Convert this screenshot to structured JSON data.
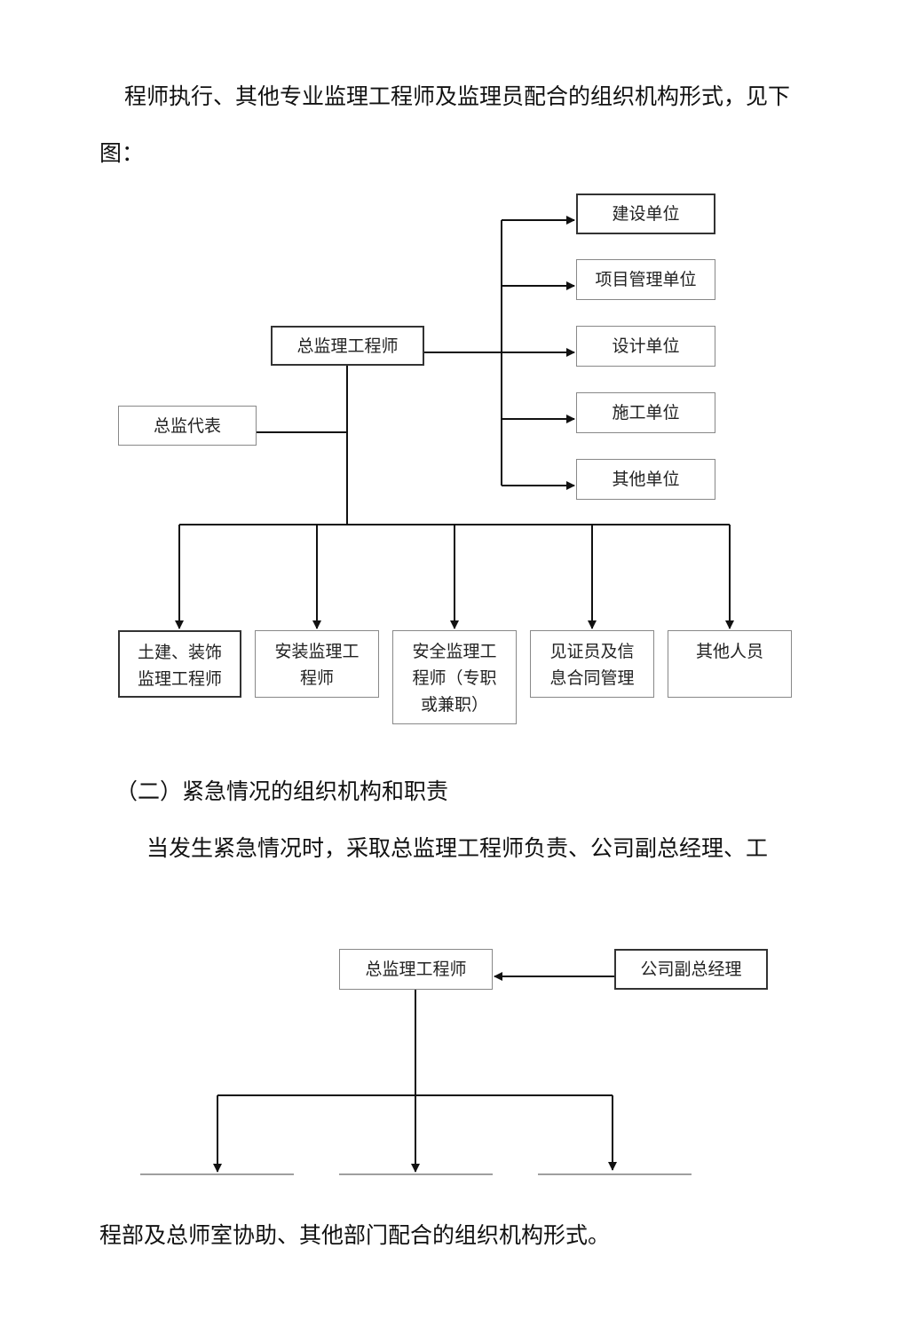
{
  "paragraphs": {
    "intro_line1": "程师执行、其他专业监理工程师及监理员配合的组织机构形式，见下",
    "intro_line2": "图：",
    "section_heading": "（二）紧急情况的组织机构和职责",
    "emergency_line1": "当发生紧急情况时，采取总监理工程师负责、公司副总经理、工",
    "emergency_line2": "程部及总师室协助、其他部门配合的组织机构形式。"
  },
  "chart1": {
    "chief": "总监理工程师",
    "deputy": "总监代表",
    "external_units": [
      "建设单位",
      "项目管理单位",
      "设计单位",
      "施工单位",
      "其他单位"
    ],
    "subordinates": [
      "土建、装饰\n监理工程师",
      "安装监理工\n程师",
      "安全监理工\n程师（专职\n或兼职）",
      "见证员及信\n息合同管理",
      "其他人员"
    ]
  },
  "chart2": {
    "chief": "总监理工程师",
    "vice_gm": "公司副总经理"
  }
}
